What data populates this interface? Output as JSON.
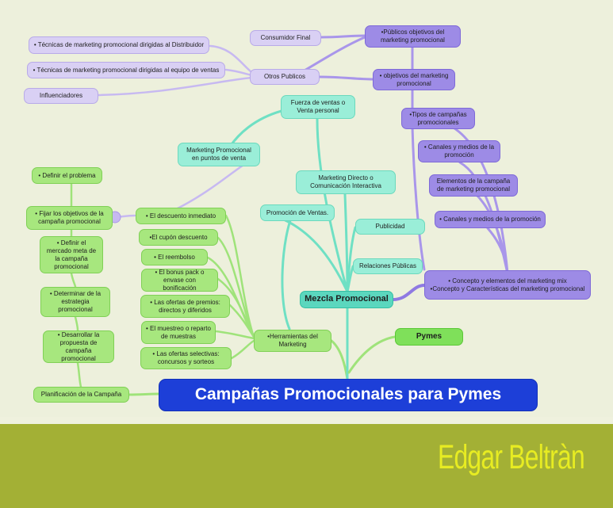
{
  "title": "Campañas Promocionales para Pymes",
  "center": "Mezcla Promocional",
  "pymes": "Pymes",
  "lavender": {
    "distribuidor": "• Técnicas de marketing promocional dirigidas al Distribuidor",
    "equipo_ventas": "• Técnicas de marketing promocional dirigidas al equipo de ventas",
    "influenciadores": "Influenciadores",
    "consumidor_final": "Consumidor Final",
    "otros_publicos": "Otros Publicos"
  },
  "violet": {
    "publicos_objetivos": "•Públicos objetivos del marketing promocional",
    "objetivos": "• objetivos del marketing promocional",
    "tipos": "•Tipos de campañas promocionales",
    "canales_1": "• Canales y medios de la promoción",
    "elementos": "Elementos de la campaña de marketing promocional",
    "canales_2": "• Canales y medios de la promoción",
    "concepto": "• Concepto y elementos del marketing mix\n•Concepto y Características del marketing promocional"
  },
  "teal": {
    "fuerza_ventas": "Fuerza de ventas o Venta personal",
    "marketing_puntos": "Marketing Promocional en puntos de venta",
    "marketing_directo": "Marketing Directo o Comunicación Interactiva",
    "promocion_ventas": "Promoción de Ventas.",
    "publicidad": "Publicidad",
    "relaciones_publicas": "Relaciones Públicas"
  },
  "green": {
    "definir_problema": "• Definir el problema",
    "fijar_objetivos": "• Fijar los objetivos de la campaña promocional",
    "definir_mercado": "• Definir el mercado meta de la campaña promocional",
    "determinar_estrategia": "• Determinar de la estrategia promocional",
    "desarrollar_propuesta": "• Desarrollar la propuesta de campaña promocional",
    "planificacion": "Planificación de la Campaña",
    "descuento_inmediato": "• El descuento inmediato",
    "cupon": "•El cupón descuento",
    "reembolso": "• El reembolso",
    "bonus_pack": "• El bonus pack o envase con bonificación",
    "ofertas_premios": "• Las ofertas de premios: directos y diferidos",
    "muestreo": "• El muestreo o reparto de muestras",
    "ofertas_selectivas": "• Las ofertas selectivas: concursos y sorteos",
    "herramientas": "•Herramientas del Marketing"
  },
  "signature": "Edgar Beltràn",
  "colors": {
    "lavender": "#d9d0f4",
    "violet": "#9d8be6",
    "teal": "#9aeed8",
    "green": "#a7e77e",
    "title_blue": "#1d3fd8",
    "footer": "#a3b035",
    "signature": "#e7ec22"
  }
}
